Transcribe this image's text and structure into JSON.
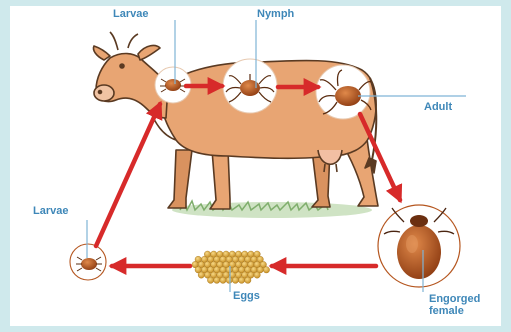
{
  "labels": {
    "larvae_top": "Larvae",
    "nymph": "Nymph",
    "adult": "Adult",
    "larvae_left": "Larvae",
    "eggs": "Eggs",
    "engorged_line1": "Engorged",
    "engorged_line2": "female"
  },
  "colors": {
    "label": "#3e87b8",
    "arrow": "#d72a2a",
    "leader": "#7fb3d6",
    "cow": "#e8a573",
    "tick": "#b5561f",
    "eggs": "#e3b23c",
    "background": "#cfe9ec"
  }
}
